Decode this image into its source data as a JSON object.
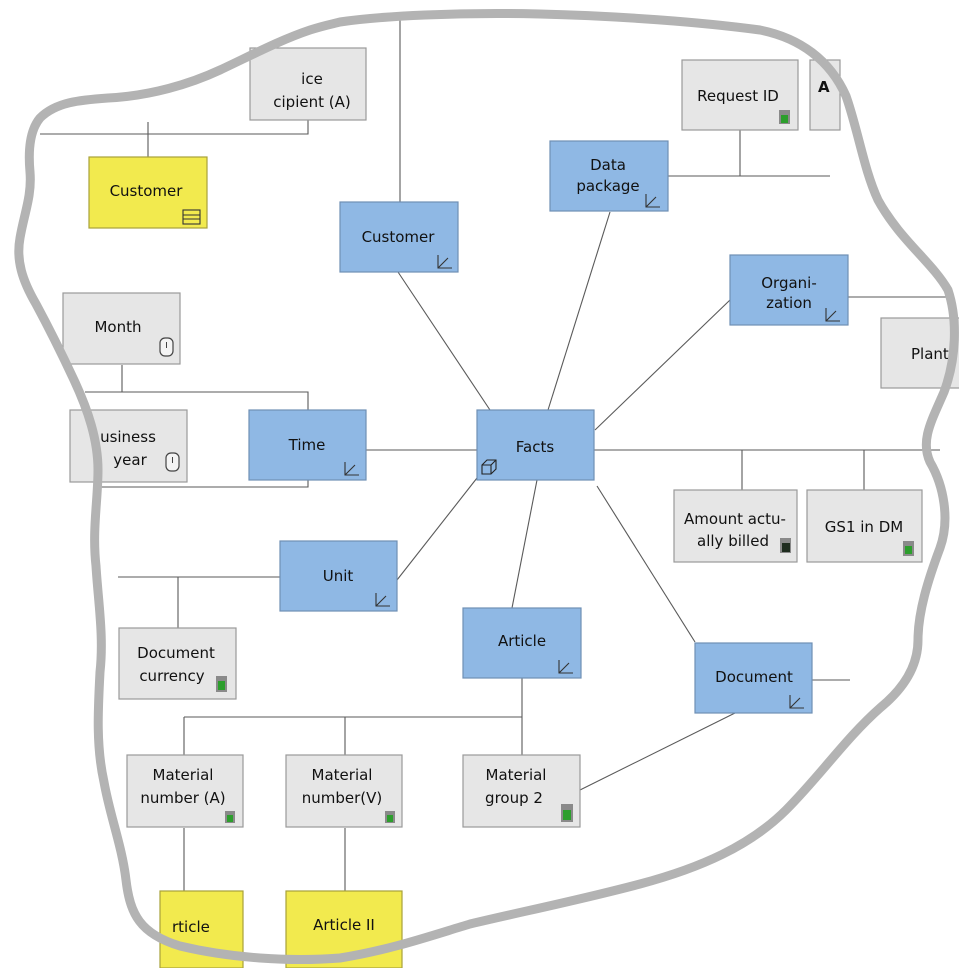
{
  "diagram": {
    "nodes": {
      "facts": {
        "lines": [
          "Facts"
        ]
      },
      "customer_dim": {
        "lines": [
          "Customer"
        ]
      },
      "data_package": {
        "lines": [
          "Data",
          "package"
        ]
      },
      "organization": {
        "lines": [
          "Organi-",
          "zation"
        ]
      },
      "time": {
        "lines": [
          "Time"
        ]
      },
      "unit": {
        "lines": [
          "Unit"
        ]
      },
      "article_dim": {
        "lines": [
          "Article"
        ]
      },
      "document_dim": {
        "lines": [
          "Document"
        ]
      },
      "service_recipient": {
        "lines": [
          "ice",
          "cipient (A)"
        ]
      },
      "request_id": {
        "lines": [
          "Request ID"
        ]
      },
      "cut_a": {
        "lines": [
          "A"
        ]
      },
      "month": {
        "lines": [
          "Month"
        ]
      },
      "business_year": {
        "lines": [
          "usiness",
          "year"
        ]
      },
      "plant": {
        "lines": [
          "Plant"
        ]
      },
      "amount_billed": {
        "lines": [
          "Amount actu-",
          "ally billed"
        ]
      },
      "gs1_in_dm": {
        "lines": [
          "GS1 in DM"
        ]
      },
      "document_currency": {
        "lines": [
          "Document",
          "currency"
        ]
      },
      "material_number_a": {
        "lines": [
          "Material",
          "number (A)"
        ]
      },
      "material_number_v": {
        "lines": [
          "Material",
          "number(V)"
        ]
      },
      "material_group_2": {
        "lines": [
          "Material",
          "group 2"
        ]
      },
      "customer_char": {
        "lines": [
          "Customer"
        ]
      },
      "article_char": {
        "lines": [
          "rticle"
        ]
      },
      "article_ii": {
        "lines": [
          "Article II"
        ]
      }
    },
    "colors": {
      "dimension": "#8fb8e4",
      "attribute": "#e6e6e6",
      "characteristic": "#f2ea4e",
      "outline": "#b3b3b3"
    },
    "icons": {
      "facts": "cube-icon",
      "dimension": "axis-icon",
      "attribute": "key-figure-icon",
      "time": "clock-icon",
      "characteristic": "table-icon"
    }
  }
}
